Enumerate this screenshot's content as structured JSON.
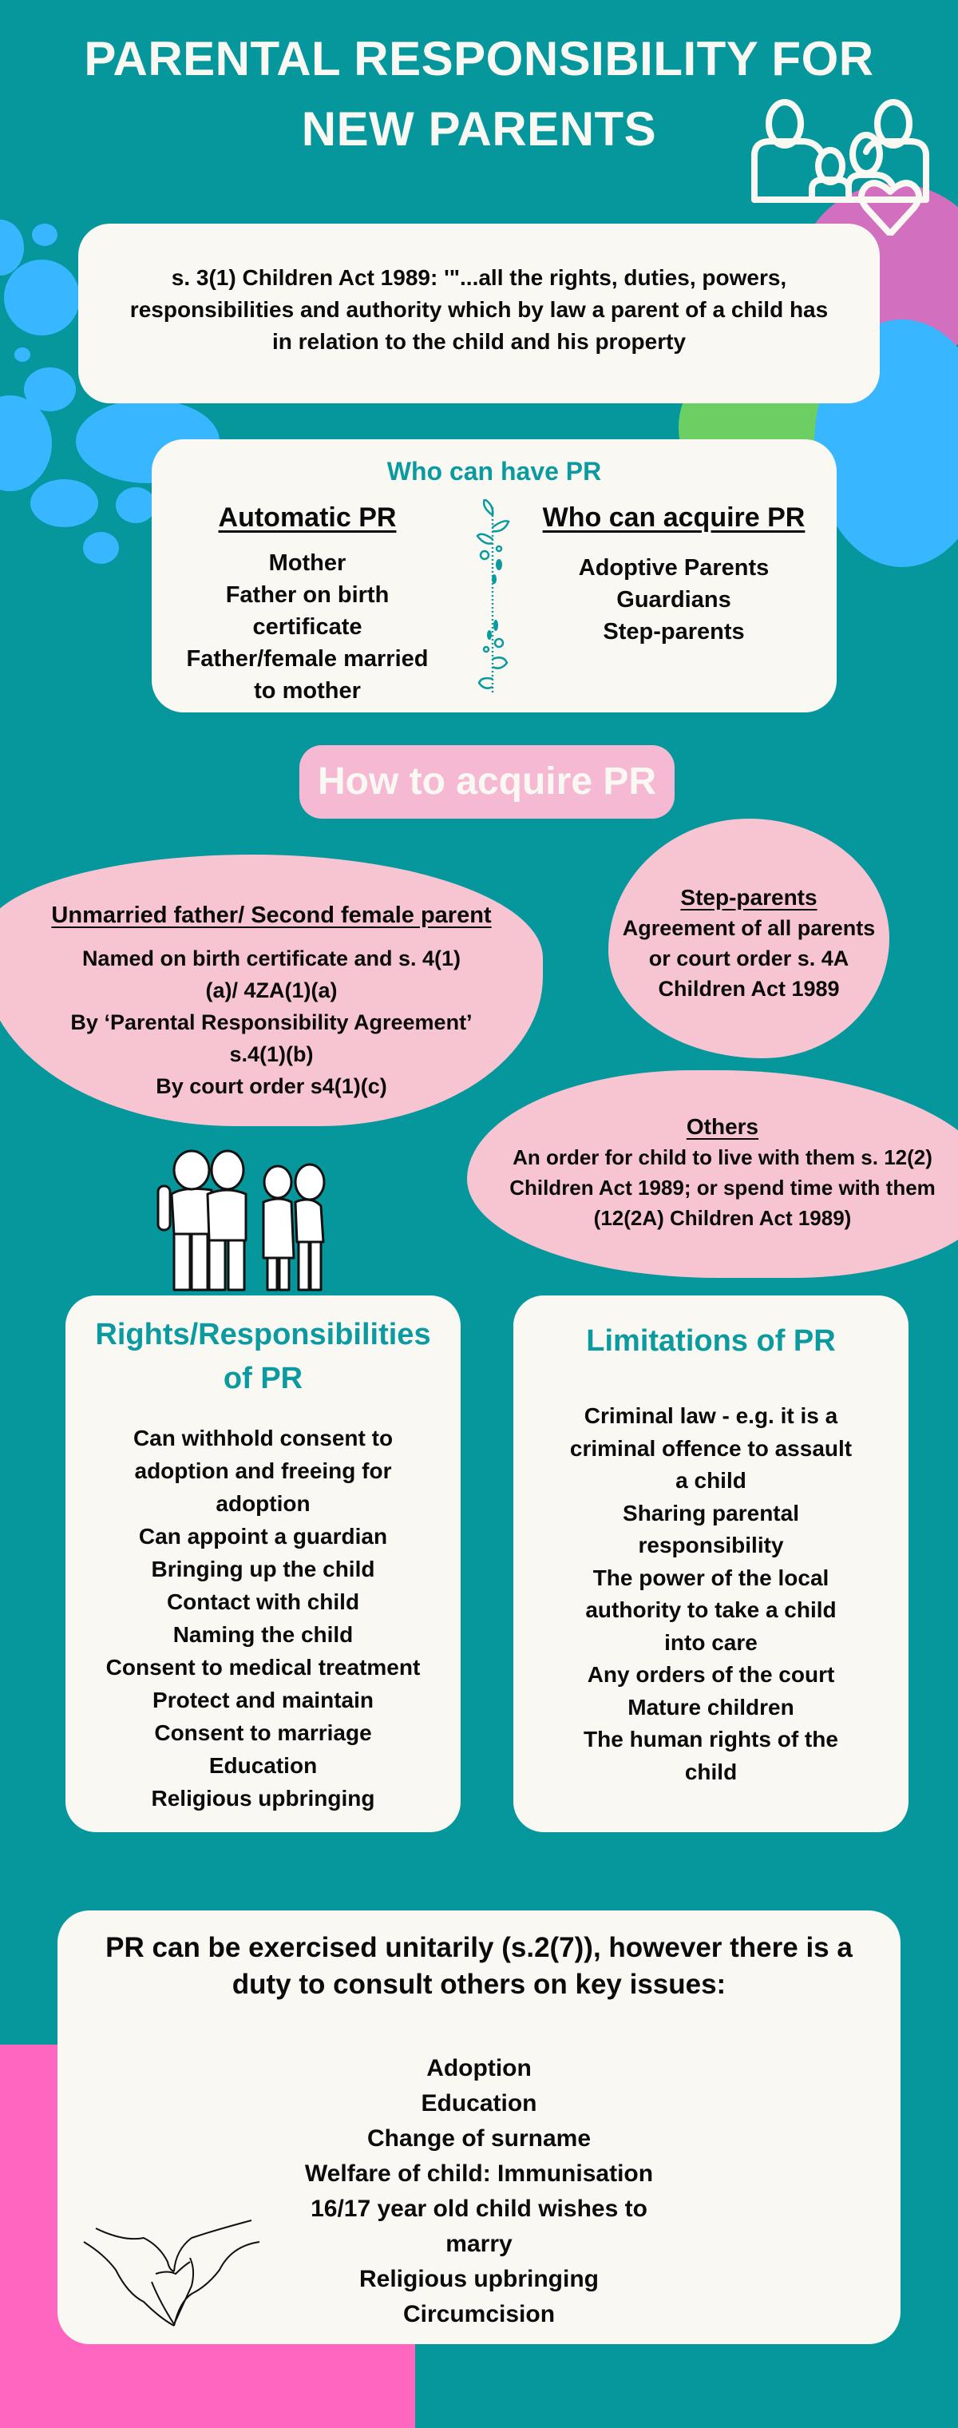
{
  "header": {
    "title_line1": "PARENTAL RESPONSIBILITY FOR",
    "title_line2": "NEW PARENTS",
    "icon": "family-heart-icon"
  },
  "definition": {
    "line1": "s. 3(1) Children Act 1989: '\"...all the rights, duties, powers,",
    "line2": "responsibilities and authority which by law a parent of a child has",
    "line3": "in relation to the child and his property"
  },
  "who_can_have": {
    "heading": "Who can have PR",
    "automatic": {
      "heading": "Automatic PR",
      "items": [
        "Mother",
        "Father on birth",
        "certificate",
        "Father/female married",
        "to mother"
      ]
    },
    "acquire": {
      "heading": "Who can acquire PR",
      "items": [
        "Adoptive Parents",
        "Guardians",
        "Step-parents"
      ]
    },
    "divider_icon": "floral-vine-icon"
  },
  "how_to_acquire": {
    "heading": "How to acquire PR",
    "unmarried": {
      "heading": "Unmarried father/ Second female parent",
      "lines": [
        "Named on birth certificate and s. 4(1)",
        "(a)/ 4ZA(1)(a)",
        "By ‘Parental Responsibility Agreement’",
        "s.4(1)(b)",
        "By court order s4(1)(c)"
      ]
    },
    "step_parents": {
      "heading": "Step-parents",
      "lines": [
        "Agreement of all parents",
        "or court order s. 4A",
        "Children Act 1989"
      ]
    },
    "others": {
      "heading": "Others",
      "lines": [
        "An order for child to live with them s. 12(2)",
        "Children Act 1989; or spend time with them",
        "(12(2A) Children Act 1989)"
      ]
    },
    "illustration": "group-of-people-icon"
  },
  "rights": {
    "heading_line1": "Rights/Responsibilities",
    "heading_line2": "of PR",
    "lines": [
      "Can withhold consent to",
      "adoption and freeing for",
      "adoption",
      "Can appoint a guardian",
      "Bringing up the child",
      "Contact with child",
      "Naming the child",
      "Consent to medical treatment",
      "Protect and maintain",
      "Consent to marriage",
      "Education",
      "Religious upbringing"
    ]
  },
  "limitations": {
    "heading": "Limitations of PR",
    "lines": [
      "Criminal law - e.g. it is a",
      "criminal offence to assault",
      "a child",
      "Sharing parental",
      "responsibility",
      "The power of the local",
      "authority to take a child",
      "into care",
      "Any orders of the court",
      "Mature children",
      "The human rights of the",
      "child"
    ]
  },
  "consult": {
    "intro_line1": "PR can be exercised unitarily (s.2(7)), however there is a",
    "intro_line2": "duty to consult others on key issues:",
    "lines": [
      "Adoption",
      "Education",
      "Change of surname",
      "Welfare of child: Immunisation",
      "16/17 year old child wishes to",
      "marry",
      "Religious upbringing",
      "Circumcision"
    ],
    "illustration": "heart-hands-icon"
  },
  "colors": {
    "background": "#05979c",
    "card": "#faf8f3",
    "accent_teal": "#0a9aa0",
    "pink_blob": "#f7c5d2",
    "pink_heading": "#f6b9d3",
    "hot_pink": "#ff66c0",
    "sky_blue": "#38b6ff",
    "green": "#6ccf63",
    "violet": "#d26fbf"
  }
}
